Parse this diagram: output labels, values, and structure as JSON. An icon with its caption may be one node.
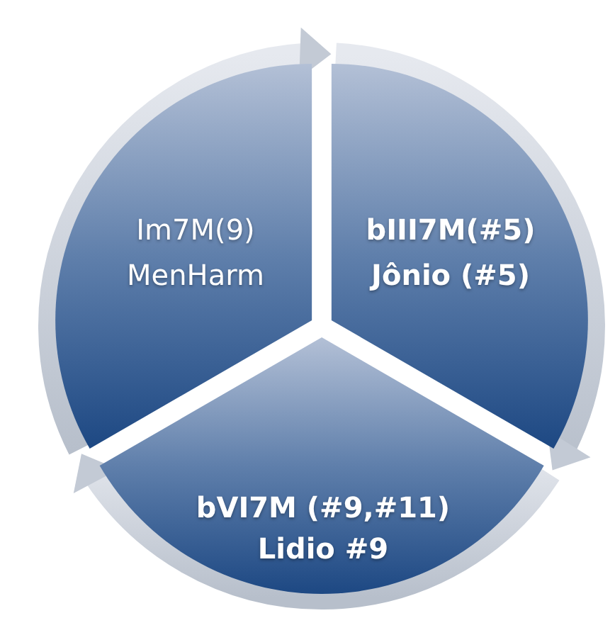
{
  "diagram": {
    "nodes": [
      {
        "text": [
          "Im7M(9)",
          "MenHarm"
        ]
      },
      {
        "text": [
          "bIII7M(#5)",
          "Jônio (#5)"
        ]
      },
      {
        "text": [
          "bVI7M (#9,#11)",
          "Lidio #9"
        ]
      }
    ],
    "edges": [
      {
        "from": 0,
        "to": 1,
        "arrow": "to"
      },
      {
        "from": 1,
        "to": 2,
        "arrow": "to"
      },
      {
        "from": 2,
        "to": 0,
        "arrow": "to"
      }
    ]
  }
}
